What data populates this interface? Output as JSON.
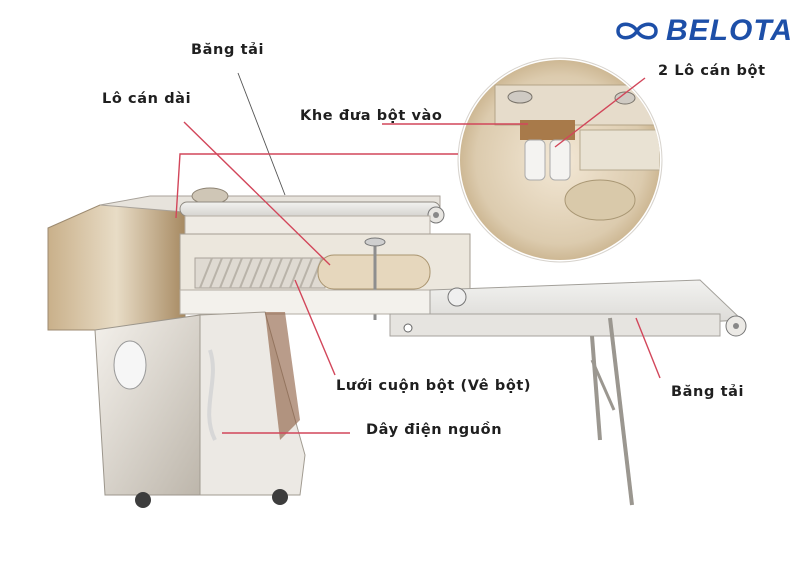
{
  "brand": {
    "name": "BELOTA",
    "logo_icon": "infinity-icon",
    "color": "#1d4fa8"
  },
  "diagram": {
    "subject": "Dough sheeting / rolling machine with conveyor",
    "leader_line_color": "#d2465a",
    "labels": [
      {
        "id": "bang-tai-top",
        "text": "Băng tải"
      },
      {
        "id": "lo-can-dai",
        "text": "Lô cán dài"
      },
      {
        "id": "khe-dua-bot-vao",
        "text": "Khe đưa bột vào"
      },
      {
        "id": "hai-lo-can-bot",
        "text": "2 Lô cán bột"
      },
      {
        "id": "luoi-cuon-bot",
        "text": "Lưới cuộn bột (Vê bột)"
      },
      {
        "id": "bang-tai-right",
        "text": "Băng tải"
      },
      {
        "id": "day-dien-nguon",
        "text": "Dây điện nguồn"
      }
    ]
  }
}
